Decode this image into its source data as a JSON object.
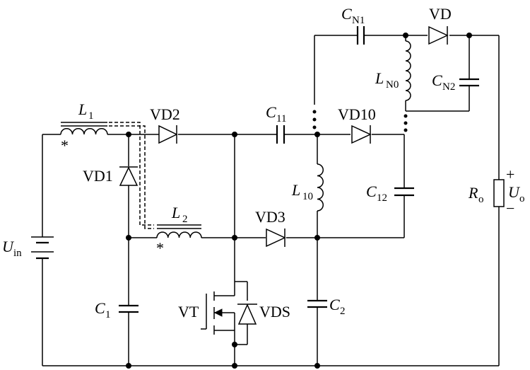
{
  "labels": {
    "uin": {
      "main": "U",
      "sub": "in"
    },
    "l1": {
      "main": "L",
      "sub": "1"
    },
    "l2": {
      "main": "L",
      "sub": "2"
    },
    "vd1": "VD1",
    "vd2": "VD2",
    "vd3": "VD3",
    "vd10": "VD10",
    "vd": "VD",
    "vt": "VT",
    "vds": "VDS",
    "c1": {
      "main": "C",
      "sub": "1"
    },
    "c2": {
      "main": "C",
      "sub": "2"
    },
    "c11": {
      "main": "C",
      "sub": "11"
    },
    "c12": {
      "main": "C",
      "sub": "12"
    },
    "l10": {
      "main": "L",
      "sub": "10"
    },
    "cn1": {
      "main": "C",
      "sub": "N1"
    },
    "cn2": {
      "main": "C",
      "sub": "N2"
    },
    "ln0": {
      "main": "L",
      "sub": "N0"
    },
    "ro": {
      "main": "R",
      "sub": "o"
    },
    "uo": {
      "main": "U",
      "sub": "o"
    },
    "plus": "+",
    "minus": "−",
    "dot_mark": "*"
  }
}
